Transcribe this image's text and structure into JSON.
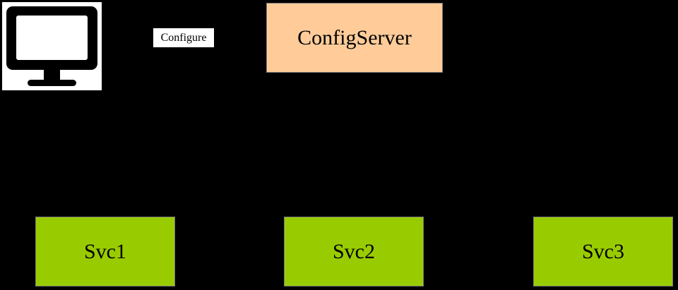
{
  "colors": {
    "background": "#000000",
    "config_server_fill": "#ffcc99",
    "service_fill": "#99cc00",
    "label_fill": "#ffffff"
  },
  "client": {
    "icon": "monitor-icon"
  },
  "edge_label": "Configure",
  "config_server": {
    "label": "ConfigServer"
  },
  "services": [
    {
      "label": "Svc1"
    },
    {
      "label": "Svc2"
    },
    {
      "label": "Svc3"
    }
  ]
}
